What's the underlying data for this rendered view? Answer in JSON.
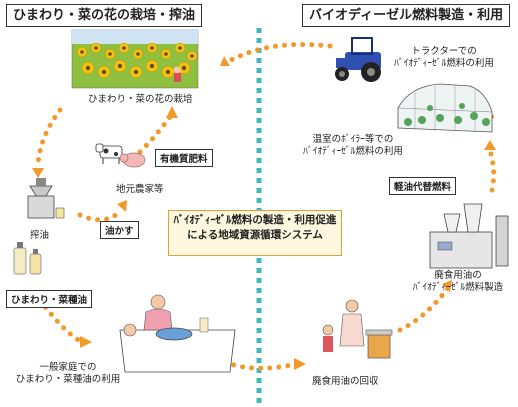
{
  "headers": {
    "left": "ひまわり・菜の花の栽培・搾油",
    "right": "バイオディーゼル燃料製造・利用"
  },
  "center": {
    "line1": "ﾊﾞｲｵﾃﾞｨｰｾﾞﾙ燃料の製造・利用促進",
    "line2": "による地域資源循環システム"
  },
  "labels": {
    "field": "ひまわり・菜の花の栽培",
    "tractor_1": "トラクターでの",
    "tractor_2": "ﾊﾞｲｵﾃﾞｨｰｾﾞﾙ燃料の利用",
    "greenhouse_1": "温室のﾎﾞｲﾗｰ等での",
    "greenhouse_2": "ﾊﾞｲｵﾃﾞｨｰｾﾞﾙ燃料の利用",
    "farm": "地元農家等",
    "press": "搾油",
    "refinery_1": "廃食用油の",
    "refinery_2": "ﾊﾞｲｵﾃﾞｨｰｾﾞﾙ燃料製造",
    "household_1": "一般家庭での",
    "household_2": "ひまわり・菜種油の利用",
    "collection": "廃食用油の回収"
  },
  "tags": {
    "organic_fertilizer": "有機質肥料",
    "oil_cake": "油かす",
    "light_oil_substitute": "軽油代替燃料",
    "sunflower_rapeseed_oil": "ひまわり・菜種油"
  },
  "colors": {
    "arrow": "#f19a2a",
    "divider": "#3fb8c0",
    "center_border": "#e1a23a",
    "center_fill": "#fff8df"
  }
}
